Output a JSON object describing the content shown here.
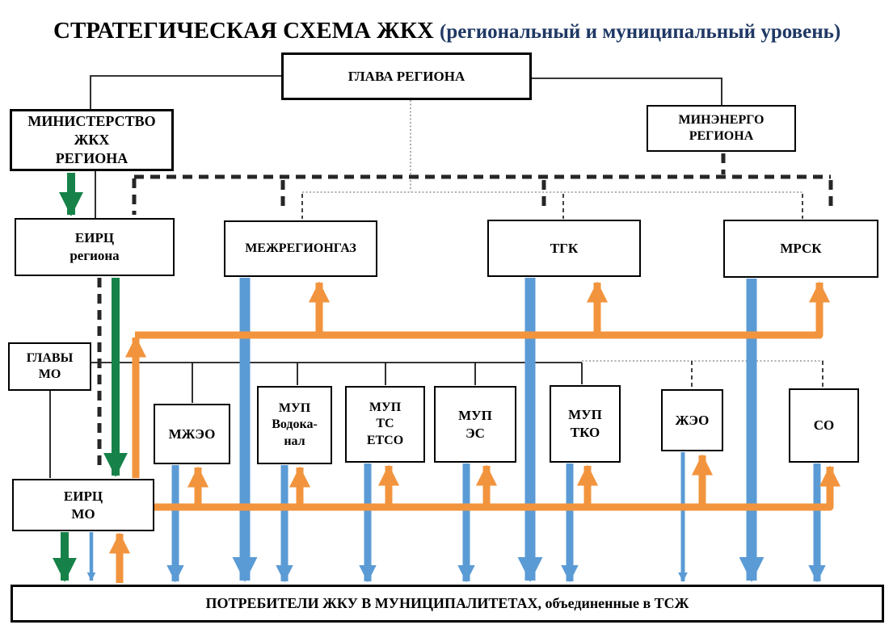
{
  "title": {
    "main": "СТРАТЕГИЧЕСКАЯ СХЕМА ЖКХ ",
    "sub": "(региональный и муниципальный уровень)"
  },
  "boxes": {
    "glava_regiona": "ГЛАВА РЕГИОНА",
    "ministerstvo_zhkh": "МИНИСТЕРСТВО\nЖКХ\nРЕГИОНА",
    "minenergo": "МИНЭНЕРГО\nРЕГИОНА",
    "eirc_regiona": "ЕИРЦ\nрегиона",
    "mezhregiongaz": "МЕЖРЕГИОНГАЗ",
    "tgk": "ТГК",
    "mrsk": "МРСК",
    "glavy_mo": "ГЛАВЫ\nМО",
    "mzheo": "МЖЭО",
    "mup_vodokanal": "МУП\nВодока-\nнал",
    "mup_ts_etso": "МУП\nТС\nЕТСО",
    "mup_es": "МУП\nЭС",
    "mup_tko": "МУП\nТКО",
    "zheo": "ЖЭО",
    "so": "СО",
    "eirc_mo": "ЕИРЦ\nМО",
    "consumers": "ПОТРЕБИТЕЛИ ЖКУ В МУНИЦИПАЛИТЕТАХ, объединенные в ТСЖ"
  },
  "colors": {
    "accent_green": "#168249",
    "accent_blue": "#5B9BD5",
    "accent_orange": "#F2943E",
    "title_sub": "#1F3864"
  }
}
